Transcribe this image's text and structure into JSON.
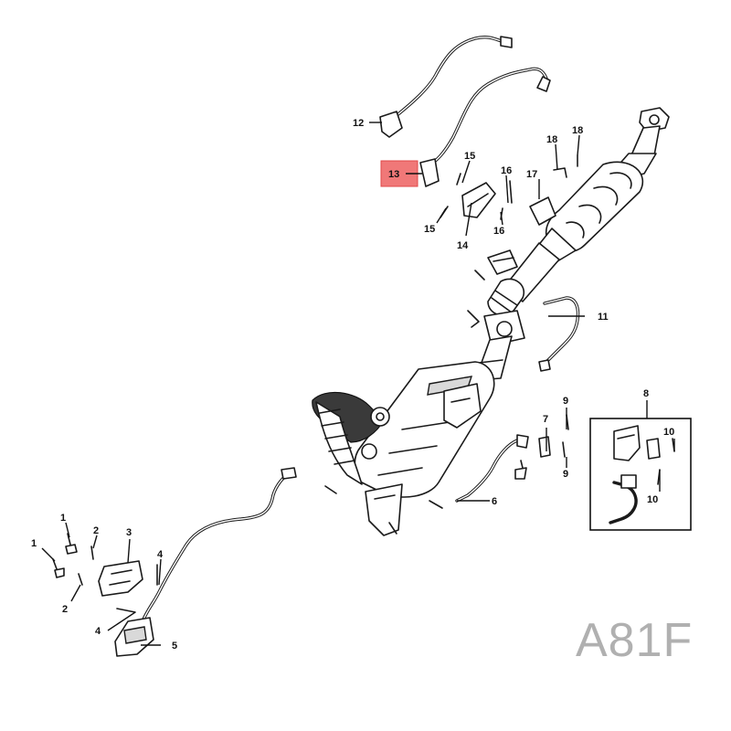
{
  "callouts": {
    "c1a": "1",
    "c1b": "1",
    "c2a": "2",
    "c2b": "2",
    "c3": "3",
    "c4a": "4",
    "c4b": "4",
    "c5": "5",
    "c6": "6",
    "c7": "7",
    "c8": "8",
    "c9a": "9",
    "c9b": "9",
    "c10a": "10",
    "c10b": "10",
    "c11": "11",
    "c12": "12",
    "c13": "13",
    "c14": "14",
    "c15a": "15",
    "c15b": "15",
    "c16a": "16",
    "c16b": "16",
    "c17": "17",
    "c18a": "18",
    "c18b": "18"
  },
  "highlighted_callout": "13",
  "diagram_code": "A81F",
  "colors": {
    "highlight": "#f07878",
    "line": "#1a1a1a",
    "code": "#b0b0b0"
  }
}
